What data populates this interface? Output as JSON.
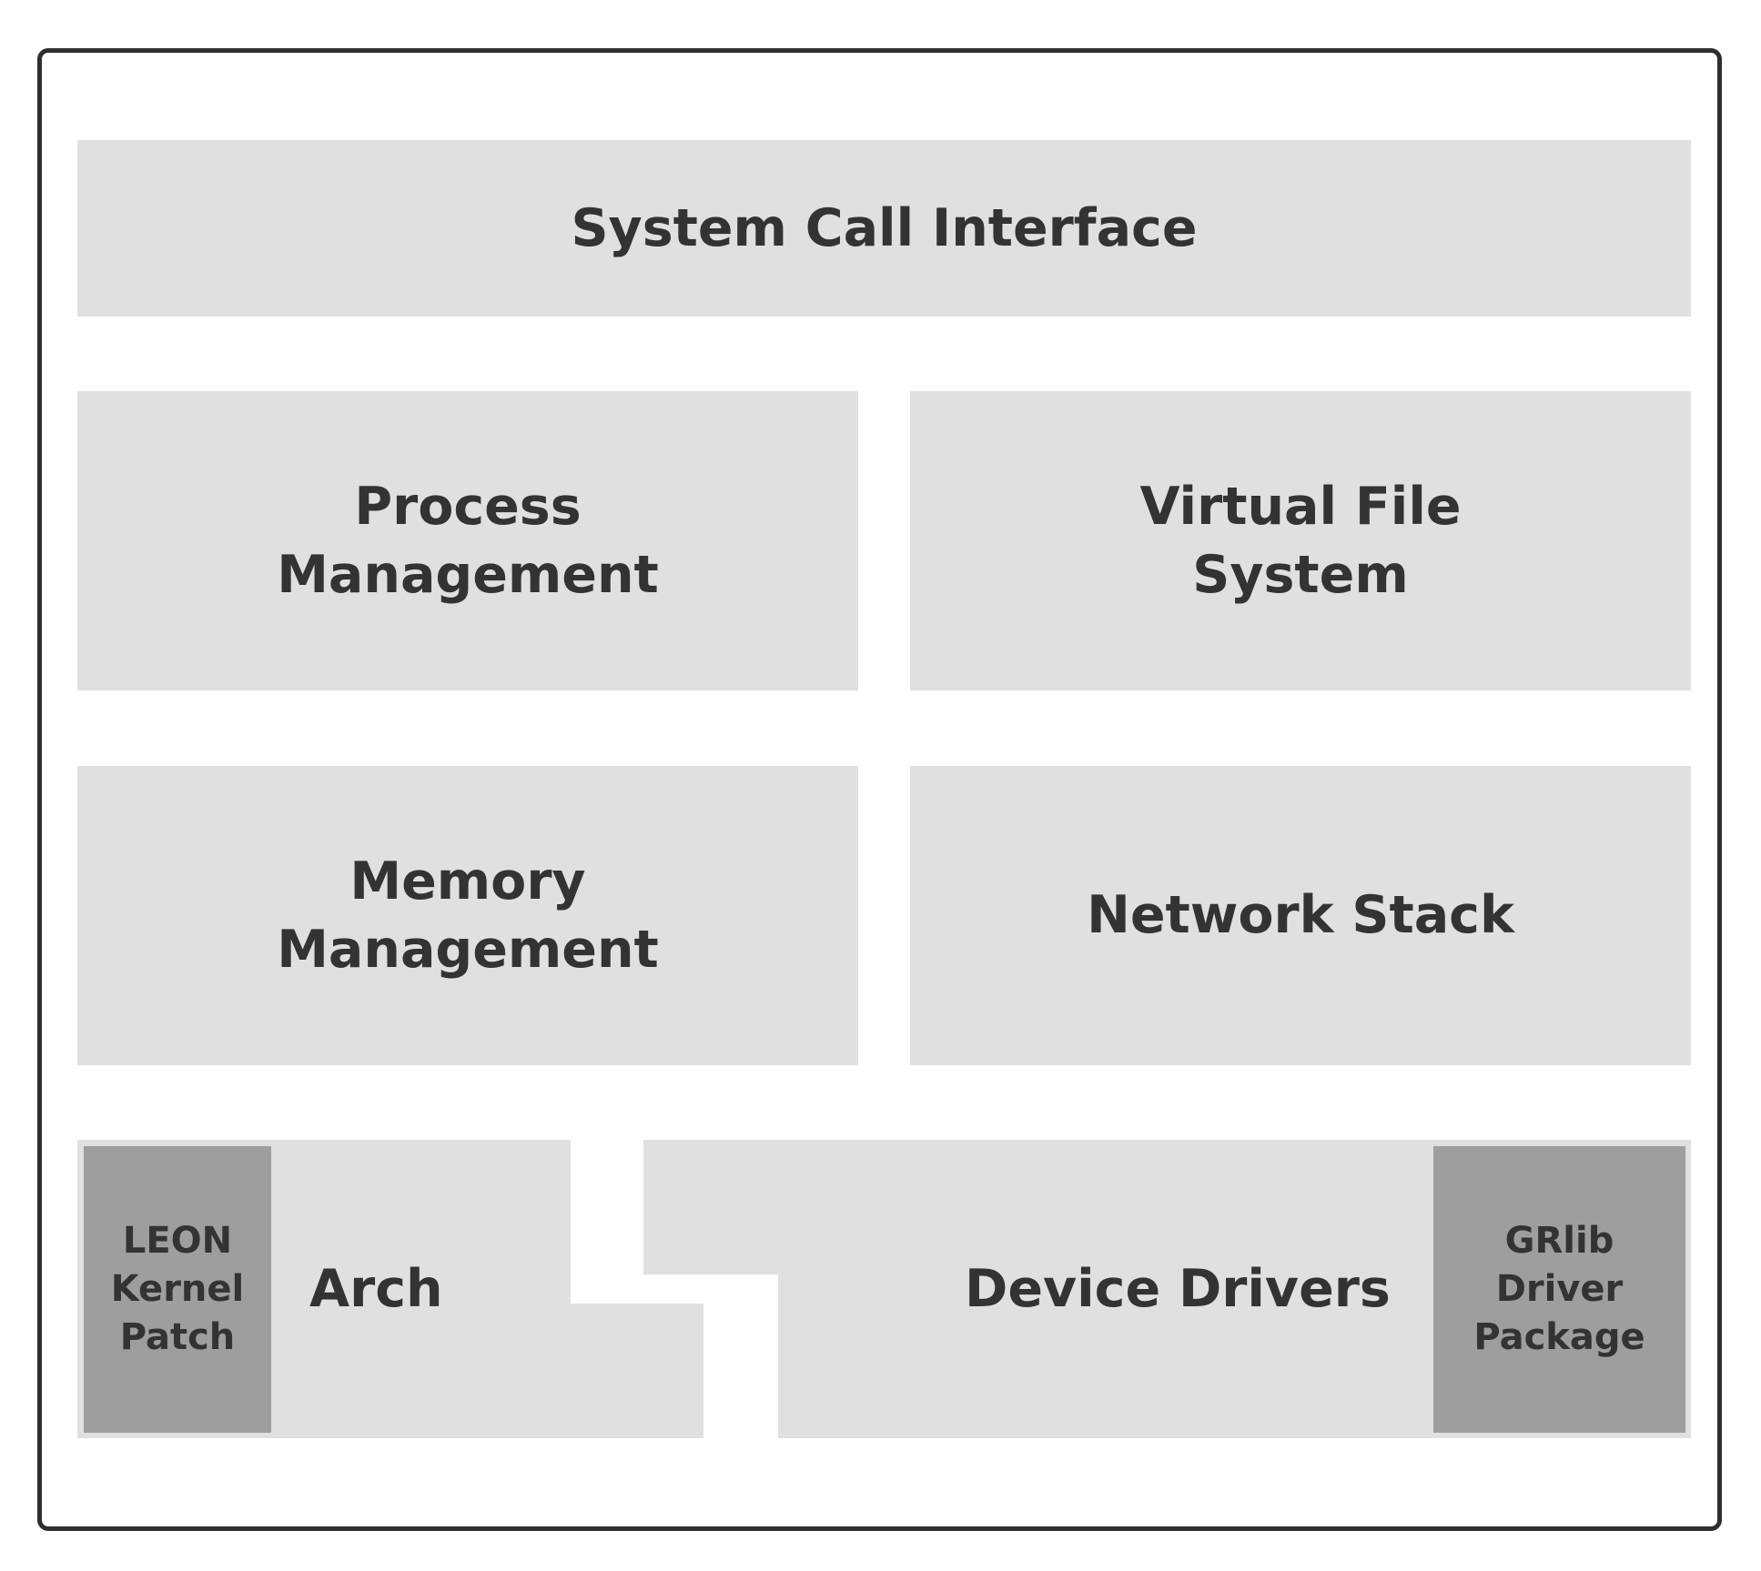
{
  "diagram": {
    "syscall": "System Call Interface",
    "process": [
      "Process",
      "Management"
    ],
    "vfs": [
      "Virtual File",
      "System"
    ],
    "memory": [
      "Memory",
      "Management"
    ],
    "network": "Network Stack",
    "arch": "Arch",
    "leon": [
      "LEON",
      "Kernel",
      "Patch"
    ],
    "drivers": "Device Drivers",
    "grlib": [
      "GRlib",
      "Driver",
      "Package"
    ]
  },
  "colors": {
    "block": "#e0e0e0",
    "highlight": "#9e9e9e",
    "text": "#333333",
    "border": "#2e2e2e"
  }
}
